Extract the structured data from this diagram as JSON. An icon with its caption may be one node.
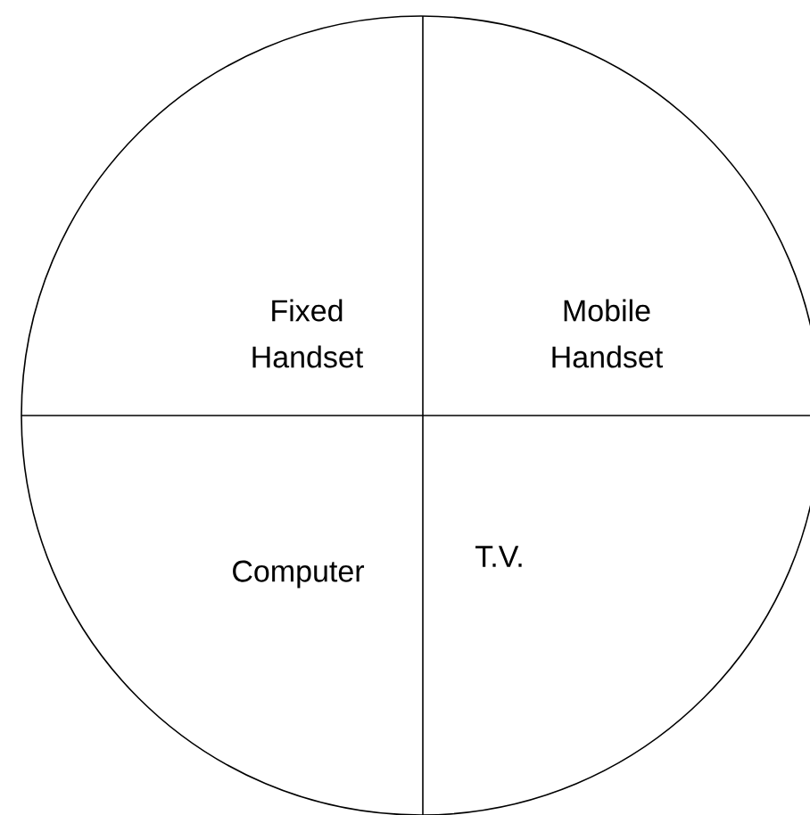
{
  "diagram": {
    "nodes": [
      {
        "text": [],
        "shape": "circle"
      },
      {
        "text": [
          "Fixed Handset"
        ],
        "in": 0
      },
      {
        "text": [
          "Mobile Handset"
        ],
        "in": 0
      },
      {
        "text": [
          "Computer"
        ],
        "in": 0
      },
      {
        "text": [
          "T.V."
        ],
        "in": 0
      }
    ]
  }
}
